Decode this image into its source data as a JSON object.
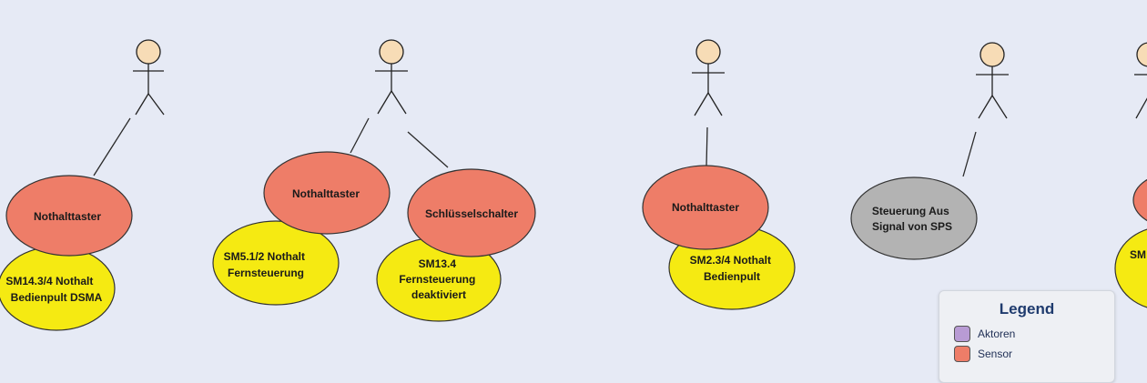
{
  "colors": {
    "background": "#e6eaf5",
    "sensor": "#ee7d68",
    "indicator": "#f5ea12",
    "plc": "#b3b3b3",
    "actor_head": "#f7dcb6",
    "aktoren": "#b89bd4"
  },
  "diagram": {
    "actors": [
      {
        "name": "actor-1"
      },
      {
        "name": "actor-2"
      },
      {
        "name": "actor-3"
      },
      {
        "name": "actor-4"
      },
      {
        "name": "actor-5"
      }
    ],
    "groups": [
      {
        "sensor": "Nothalttaster",
        "indicator": [
          "SM14.3/4 Nothalt",
          "Bedienpult DSMA"
        ]
      },
      {
        "sensor": "Nothalttaster",
        "indicator": [
          "SM5.1/2 Nothalt",
          "Fernsteuerung"
        ]
      },
      {
        "sensor": "Schlüsselschalter",
        "indicator": [
          "SM13.4",
          "Fernsteuerung",
          "deaktiviert"
        ]
      },
      {
        "sensor": "Nothalttaster",
        "indicator": [
          "SM2.3/4 Nothalt",
          "Bedienpult"
        ]
      },
      {
        "plc": [
          "Steuerung Aus",
          "Signal von SPS"
        ]
      },
      {
        "indicator_partial": "SM"
      }
    ]
  },
  "legend": {
    "title": "Legend",
    "items": [
      {
        "label": "Aktoren",
        "color": "#b89bd4"
      },
      {
        "label": "Sensor",
        "color": "#ee7d68"
      }
    ]
  }
}
